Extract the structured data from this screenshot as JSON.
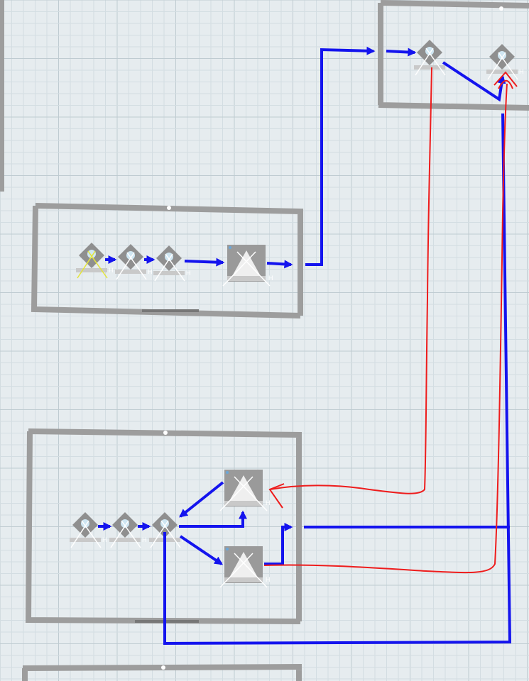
{
  "canvas": {
    "background": "#e6ecef",
    "grid_minor": "#d3dde2",
    "grid_major": "#bfcbd1"
  },
  "colors": {
    "frame": "#9d9d9d",
    "node": "#8f8f8f",
    "connection": "#1414ee",
    "annotation": "#ee1c1c",
    "highlight": "#e4e43a"
  },
  "process_groups": [
    {
      "id": "group-top-right",
      "processors": 2
    },
    {
      "id": "group-middle",
      "processors": 3,
      "funnels": 1
    },
    {
      "id": "group-lower",
      "processors": 3,
      "funnels": 2
    },
    {
      "id": "group-bottom-partial",
      "processors": 0
    }
  ],
  "markers": {
    "h": "H",
    "v": "V"
  }
}
